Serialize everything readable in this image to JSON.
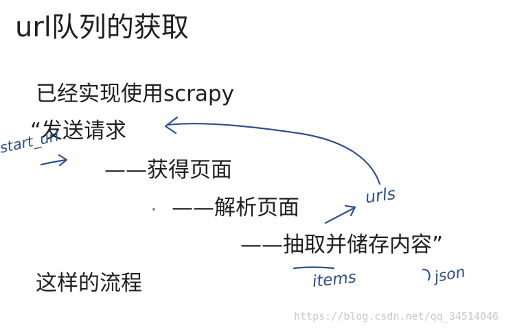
{
  "slide": {
    "title": "url队列的获取",
    "lines": [
      "已经实现使用scrapy",
      "“发送请求",
      "——获得页面",
      "——解析页面",
      "——抽取并储存内容”",
      "这样的流程"
    ]
  },
  "handwriting": {
    "urls": "urls",
    "start_url": "start_url",
    "items": "items",
    "json": "json"
  },
  "watermark": "https://blog.csdn.net/qq_34514046",
  "colors": {
    "text": "#1f1f1f",
    "ink": "#2c4f8a",
    "watermark": "#c8c8c8"
  }
}
